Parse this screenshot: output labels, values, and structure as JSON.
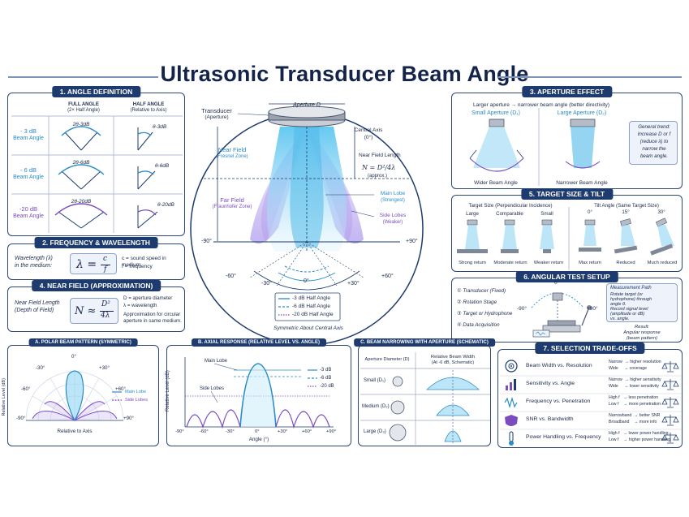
{
  "title": "Ultrasonic Transducer Beam Angle",
  "panel1": {
    "title": "1. ANGLE DEFINITION",
    "col_full": "FULL ANGLE",
    "col_full_sub": "(2× Half Angle)",
    "col_half": "HALF ANGLE",
    "col_half_sub": "(Relative to Axis)",
    "rows": [
      {
        "level": "- 3 dB",
        "sub": "Beam Angle",
        "full": "2θ-3dB",
        "half": "θ-3dB",
        "color": "#2a8cc8"
      },
      {
        "level": "- 6 dB",
        "sub": "Beam Angle",
        "full": "2θ-6dB",
        "half": "θ-6dB",
        "color": "#2a8cc8"
      },
      {
        "level": "-20 dB",
        "sub": "Beam Angle",
        "full": "2θ-20dB",
        "half": "θ-20dB",
        "color": "#7a4cc0"
      }
    ]
  },
  "panel2": {
    "title": "2. FREQUENCY & WAVELENGTH",
    "label1": "Wavelength (λ)",
    "label2": "in the medium:",
    "formula_lhs": "λ =",
    "formula_num": "c",
    "formula_den": "f",
    "def1": "c = sound speed in medium",
    "def2": "f = frequency"
  },
  "panel4": {
    "title": "4. NEAR FIELD (APPROXIMATION)",
    "label1": "Near Field Length",
    "label2": "(Depth of Field)",
    "formula_lhs": "N ≈",
    "formula_num": "D²",
    "formula_den": "4λ",
    "def1": "D = aperture diameter",
    "def2": "λ = wavelength",
    "def3": "Approximation for circular",
    "def4": "aperture in same medium."
  },
  "center": {
    "aperture": "Aperture D",
    "transducer": "Transducer",
    "transducer_sub": "(Aperture)",
    "central_axis": "Central Axis",
    "central_axis_sub": "(0°)",
    "nf_length": "Near Field Length",
    "nf_formula": "N = D²/4λ",
    "nf_approx": "(approx.)",
    "near_field": "Near Field",
    "near_field_sub": "(Fresnel Zone)",
    "far_field": "Far Field",
    "far_field_sub": "(Fraunhofer Zone)",
    "main_lobe": "Main Lobe",
    "main_lobe_sub": "(Strongest)",
    "side_lobes": "Side Lobes",
    "side_lobes_sub": "(Weaker)",
    "angles": [
      "-90°",
      "+90°",
      "-60°",
      "+60°",
      "-30°",
      "+30°",
      "0°"
    ],
    "legend": [
      "-3 dB Half Angle",
      "-6 dB Half Angle",
      "-20 dB Half Angle"
    ],
    "symmetric": "Symmetric About Central Axis"
  },
  "panel3": {
    "title": "3. APERTURE EFFECT",
    "subtitle": "Larger aperture → narrower beam angle (better directivity)",
    "small": "Small Aperture (D₁)",
    "large": "Large Aperture (D₂)",
    "wider": "Wider Beam Angle",
    "narrower": "Narrower Beam Angle",
    "trend": [
      "General trend:",
      "Increase D or f",
      "(reduce λ) to",
      "narrow the",
      "beam angle."
    ]
  },
  "panel5": {
    "title": "5. TARGET SIZE & TILT",
    "size_head": "Target Size (Perpendicular Incidence)",
    "tilt_head": "Tilt Angle (Same Target Size)",
    "size_labels": [
      "Large",
      "Comparable",
      "Small"
    ],
    "tilt_labels": [
      "0°",
      "15°",
      "30°"
    ],
    "results": [
      "Strong return",
      "Moderate return",
      "Weaker return",
      "Max return",
      "Reduced",
      "Much reduced"
    ]
  },
  "panel6": {
    "title": "6. ANGULAR TEST SETUP",
    "steps": [
      "Transducer (Fixed)",
      "Rotation Stage",
      "Target or Hydrophone",
      "Data Acquisition"
    ],
    "angles": [
      "0°",
      "-90°",
      "+90°"
    ],
    "method_title": "Measurement Path",
    "method": [
      "Rotate target (or",
      "hydrophone) through",
      "angle θ.",
      "Record signal level",
      "(amplitude or dB)",
      "vs. angle."
    ],
    "result": [
      "Result:",
      "Angular response",
      "(beam pattern)"
    ]
  },
  "panelA": {
    "title": "A. POLAR BEAM PATTERN (SYMMETRIC)",
    "ylabel": "Relative Level (dB)",
    "xlabel": "Relative to Axis",
    "angles": [
      "0°",
      "-30°",
      "+30°",
      "-60°",
      "+60°",
      "-90°",
      "+90°"
    ],
    "legend": [
      "Main Lobe",
      "Side Lobes"
    ]
  },
  "panelB": {
    "title": "B. AXIAL RESPONSE (RELATIVE LEVEL VS. ANGLE)",
    "ylabel": "Relative Level (dB)",
    "xlabel": "Angle (°)",
    "main_lobe": "Main Lobe",
    "side_lobes": "Side Lobes",
    "ticks": [
      "-90°",
      "-60°",
      "-30°",
      "0°",
      "+30°",
      "+60°",
      "+90°"
    ],
    "legend": [
      "-3 dB",
      "-6 dB",
      "-20 dB"
    ]
  },
  "panelC": {
    "title": "C. BEAM NARROWING WITH APERTURE (SCHEMATIC)",
    "col1": "Aperture Diameter (D)",
    "col2": "Relative Beam Width",
    "col2_sub": "(At -6 dB, Schematic)",
    "rows": [
      "Small (D₁)",
      "Medium (D₂)",
      "Large (D₃)"
    ]
  },
  "panel7": {
    "title": "7. SELECTION TRADE-OFFS",
    "rows": [
      {
        "name": "Beam Width vs. Resolution",
        "l1": "Narrow  → higher resolution",
        "l2": "Wide     → coverage"
      },
      {
        "name": "Sensitivity vs. Angle",
        "l1": "Narrow  → higher sensitivity",
        "l2": "Wide     → lower sensitivity"
      },
      {
        "name": "Frequency vs. Penetration",
        "l1": "High f   → less penetration",
        "l2": "Low f    → more penetration"
      },
      {
        "name": "SNR vs. Bandwidth",
        "l1": "Narrowband  → better SNR",
        "l2": "Broadband    → more info"
      },
      {
        "name": "Power Handling vs. Frequency",
        "l1": "High f   → lower power handling",
        "l2": "Low f    → higher power handling"
      }
    ]
  },
  "colors": {
    "navy": "#1d3b6e",
    "blue": "#2a8cc8",
    "purple": "#7a4cc0",
    "beam": "#8fd3f3"
  }
}
